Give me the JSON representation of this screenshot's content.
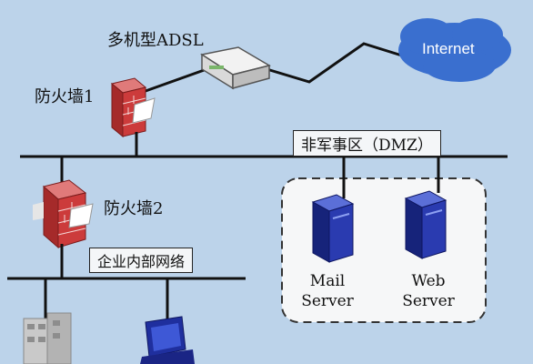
{
  "labels": {
    "adsl": "多机型ADSL",
    "firewall1": "防火墙1",
    "firewall2": "防火墙2",
    "internet": "Internet",
    "dmz": "非军事区（DMZ）",
    "lan": "企业内部网络",
    "mail_server_line1": "Mail",
    "mail_server_line2": "Server",
    "web_server_line1": "Web",
    "web_server_line2": "Server"
  },
  "colors": {
    "background": "#bcd3ea",
    "cloud": "#3a6fcf",
    "server": "#1f2f9e",
    "firewall": "#c33"
  }
}
